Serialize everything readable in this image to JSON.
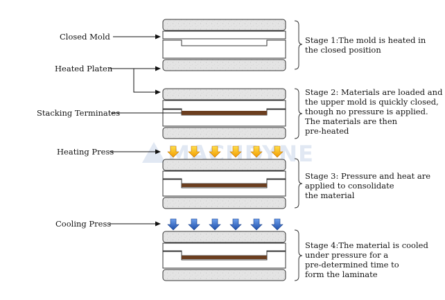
{
  "watermark": "MACHDYNE",
  "labels": {
    "closed_mold": "Closed Mold",
    "heated_platen": "Heated Platen",
    "stacking_terminates": "Stacking Terminates",
    "heating_press": "Heating Press",
    "cooling_press": "Cooling Press"
  },
  "stages": [
    {
      "lines": [
        "Stage 1:The mold is heated in",
        "the closed position"
      ]
    },
    {
      "lines": [
        "Stage 2: Materials are loaded and",
        "the upper mold is quickly closed,",
        "though no pressure is applied.",
        "The materials are then",
        "pre-heated"
      ]
    },
    {
      "lines": [
        "Stage 3: Pressure and heat are",
        "applied to consolidate",
        "the material"
      ]
    },
    {
      "lines": [
        "Stage 4:The material is cooled",
        "under pressure for a",
        "pre-determined time to",
        "form the laminate"
      ]
    }
  ],
  "colors": {
    "heating_arrow": "#f5b800",
    "cooling_arrow": "#2d5fbf",
    "material": "#6b3e1f",
    "platen": "#e2e2e2"
  }
}
